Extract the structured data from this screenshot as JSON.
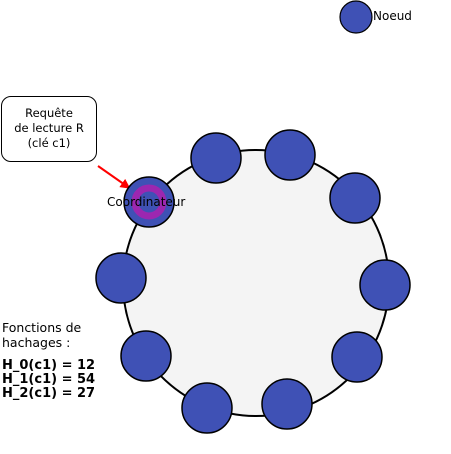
{
  "legend": {
    "node_label": "Noeud"
  },
  "request_box": {
    "lines": [
      "Requête",
      "de lecture R",
      "(clé c1)"
    ]
  },
  "coordinator": {
    "label": "Coordinateur"
  },
  "hash_functions": {
    "title": "Fonctions de hachages :",
    "entries": [
      "H_0(c1) = 12",
      "H_1(c1) = 54",
      "H_2(c1) = 27"
    ]
  },
  "colors": {
    "node_fill": "#3f51b5",
    "node_stroke": "#000000",
    "ring_fill": "#f4f4f4",
    "coordinator_ring": "#9c27b0",
    "arrow": "#ff0000"
  },
  "ring": {
    "node_count": 10
  }
}
